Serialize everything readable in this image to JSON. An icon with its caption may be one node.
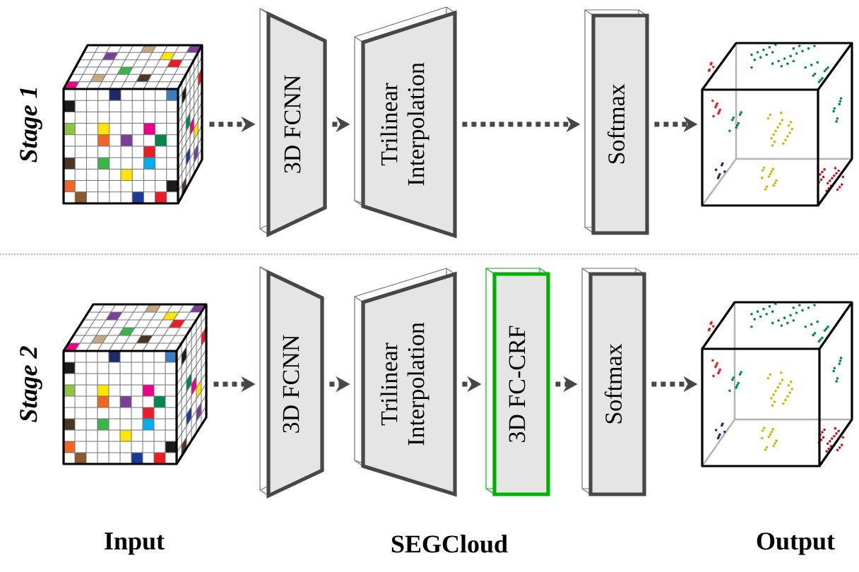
{
  "diagram": {
    "nodes": [
      {
        "text": [],
        "shape": "cube"
      },
      {
        "text": [
          "3D FCNN"
        ]
      },
      {
        "text": [
          "Trilinear Interpolation"
        ]
      },
      {
        "text": [
          "Softmax"
        ]
      },
      {
        "text": [],
        "shape": "cube"
      },
      {
        "text": [],
        "shape": "cube"
      },
      {
        "text": [
          "3D FCNN"
        ]
      },
      {
        "text": [
          "Trilinear Interpolation"
        ]
      },
      {
        "text": [
          "3D FC-CRF"
        ]
      },
      {
        "text": [
          "Softmax"
        ]
      },
      {
        "text": [],
        "shape": "cube"
      }
    ],
    "edges": [
      {
        "from": 0,
        "to": 1,
        "arrow": "to"
      },
      {
        "from": 1,
        "to": 2,
        "arrow": "to"
      },
      {
        "from": 2,
        "to": 3,
        "arrow": "to"
      },
      {
        "from": 3,
        "to": 4,
        "arrow": "to"
      },
      {
        "from": 5,
        "to": 6,
        "arrow": "to"
      },
      {
        "from": 6,
        "to": 7,
        "arrow": "to"
      },
      {
        "from": 7,
        "to": 8,
        "arrow": "to"
      },
      {
        "from": 8,
        "to": 9,
        "arrow": "to"
      },
      {
        "from": 9,
        "to": 10,
        "arrow": "to"
      }
    ],
    "labels": [
      "Stage 1",
      "Stage 2",
      "Input",
      "SEGCloud",
      "Output"
    ]
  }
}
